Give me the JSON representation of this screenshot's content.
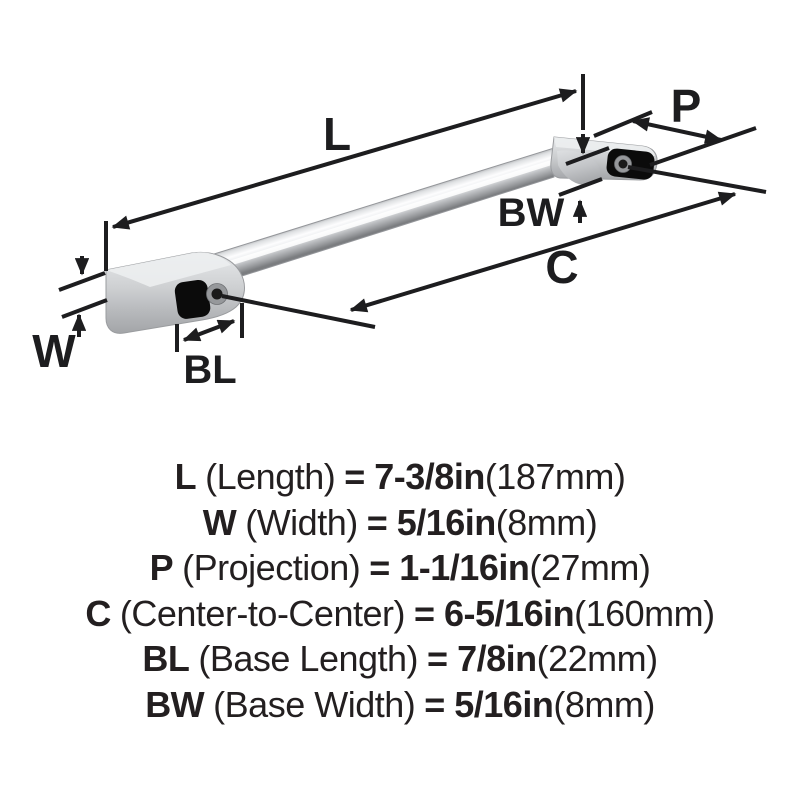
{
  "diagram": {
    "labels": {
      "length": "L",
      "projection": "P",
      "base_width": "BW",
      "center_to_center": "C",
      "width": "W",
      "base_length": "BL"
    }
  },
  "specs": {
    "lines": [
      {
        "symbol": "L",
        "label": "(Length)",
        "value": "= 7-3/8in",
        "metric": "(187mm)"
      },
      {
        "symbol": "W",
        "label": "(Width)",
        "value": "= 5/16in",
        "metric": "(8mm)"
      },
      {
        "symbol": "P",
        "label": "(Projection)",
        "value": "= 1-1/16in",
        "metric": "(27mm)"
      },
      {
        "symbol": "C",
        "label": "(Center-to-Center)",
        "value": "= 6-5/16in",
        "metric": "(160mm)"
      },
      {
        "symbol": "BL",
        "label": "(Base Length)",
        "value": "= 7/8in",
        "metric": "(22mm)"
      },
      {
        "symbol": "BW",
        "label": "(Base Width)",
        "value": "= 5/16in",
        "metric": "(8mm)"
      }
    ]
  },
  "colors": {
    "ink": "#1d1d1f",
    "text": "#231f20",
    "background": "#ffffff",
    "metal_light": "#fdfdfe",
    "metal_mid": "#c6c8cb",
    "metal_dark": "#7e8083"
  }
}
